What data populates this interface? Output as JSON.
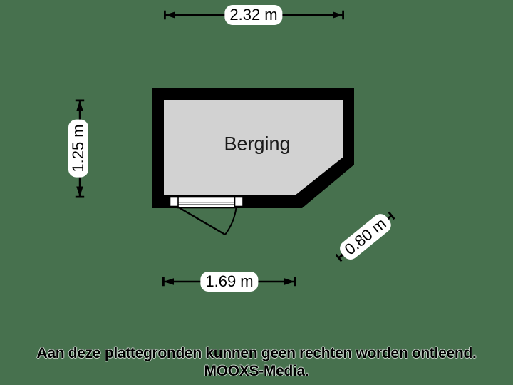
{
  "floorplan": {
    "room": {
      "label": "Berging"
    },
    "dimensions": {
      "top": {
        "label": "2.32 m"
      },
      "left": {
        "label": "1.25 m"
      },
      "bottom": {
        "label": "1.69 m"
      },
      "diagonal": {
        "label": "0.80 m"
      }
    },
    "colors": {
      "background": "#47714E",
      "wall": "#000000",
      "floor": "#D2D2D2",
      "line": "#000000",
      "label_background": "#FFFFFF",
      "text": "#000000"
    }
  },
  "footer": {
    "disclaimer": "Aan deze plattegronden kunnen geen rechten worden ontleend.",
    "credit": "MOOXS-Media."
  }
}
